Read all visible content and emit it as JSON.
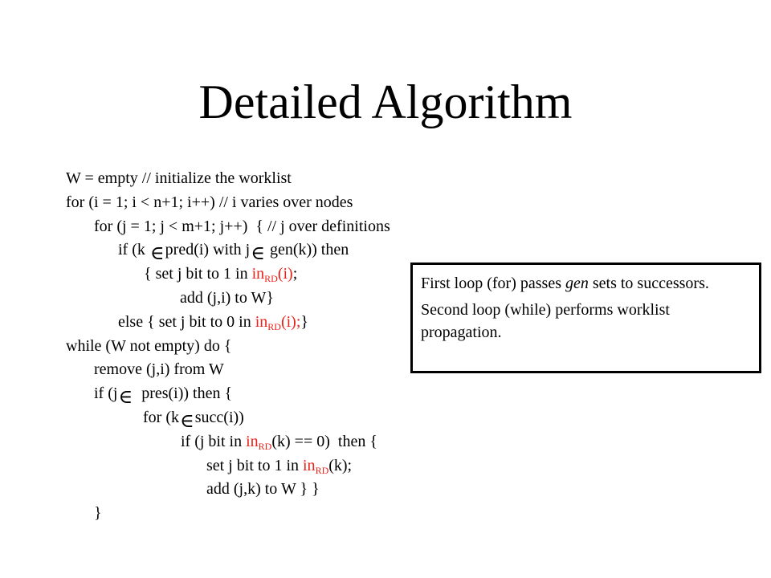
{
  "title": "Detailed Algorithm",
  "code": {
    "l1": "W = empty // initialize the worklist",
    "l2": "for (i = 1; i < n+1; i++) // i varies over nodes",
    "l3": "for (j = 1; j < m+1; j++)  { // j over definitions",
    "l4a": "if (k ",
    "l4b": "pred(i) with j",
    "l4c": " gen(k)) then",
    "l5a": "{ set j bit to 1 in ",
    "l5b": "in",
    "l5c": "RD",
    "l5d": "(i)",
    "l5e": ";",
    "l6": "add (j,i) to W}",
    "l7a": "else { set j bit to 0 in ",
    "l7b": "in",
    "l7c": "RD",
    "l7d": "(i);",
    "l7e": "}",
    "l8": "while (W not empty) do {",
    "l9": "remove (j,i) from W",
    "l10a": "if (j",
    "l10b": "  pres(i)) then {",
    "l11a": "for (k",
    "l11b": "succ(i))",
    "l12a": "if (j bit in ",
    "l12b": "in",
    "l12c": "RD",
    "l12d": "(k) == 0)  then {",
    "l13a": "set j bit to 1 in ",
    "l13b": "in",
    "l13c": "RD",
    "l13d": "(k);",
    "l14": "add (j,k) to W } }",
    "l15": "}",
    "elem_symbol": "∈"
  },
  "note": {
    "p1_a": "First loop (for) passes ",
    "p1_b": "gen",
    "p1_c": " sets to successors.",
    "p2": "Second loop (while) performs worklist propagation."
  },
  "colors": {
    "highlight": "#e8231b"
  }
}
